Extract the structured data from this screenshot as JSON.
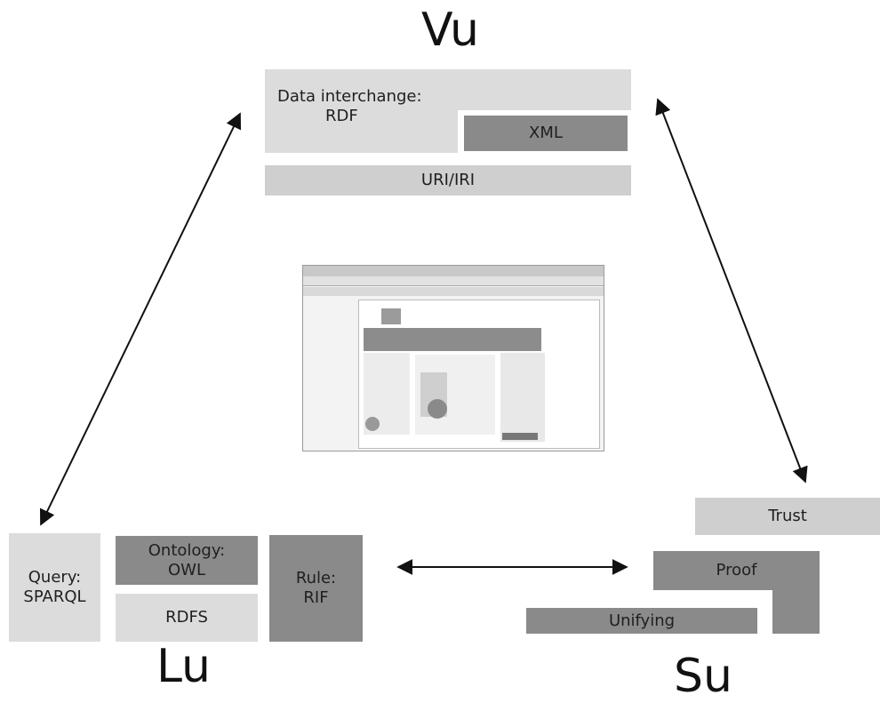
{
  "corners": {
    "vu": "Vu",
    "lu": "Lu",
    "su": "Su"
  },
  "vu_stack": {
    "data_interchange_line1": "Data interchange:",
    "data_interchange_line2": "RDF",
    "xml": "XML",
    "uri": "URI/IRI"
  },
  "lu_stack": {
    "query_line1": "Query:",
    "query_line2": "SPARQL",
    "ontology_line1": "Ontology:",
    "ontology_line2": "OWL",
    "rdfs": "RDFS",
    "rule_line1": "Rule:",
    "rule_line2": "RIF"
  },
  "su_stack": {
    "trust": "Trust",
    "proof": "Proof",
    "unifying": "Unifying"
  },
  "colors": {
    "light_block": "#dcdcdc",
    "dark_block": "#8a8a8a",
    "arrow": "#111111"
  }
}
